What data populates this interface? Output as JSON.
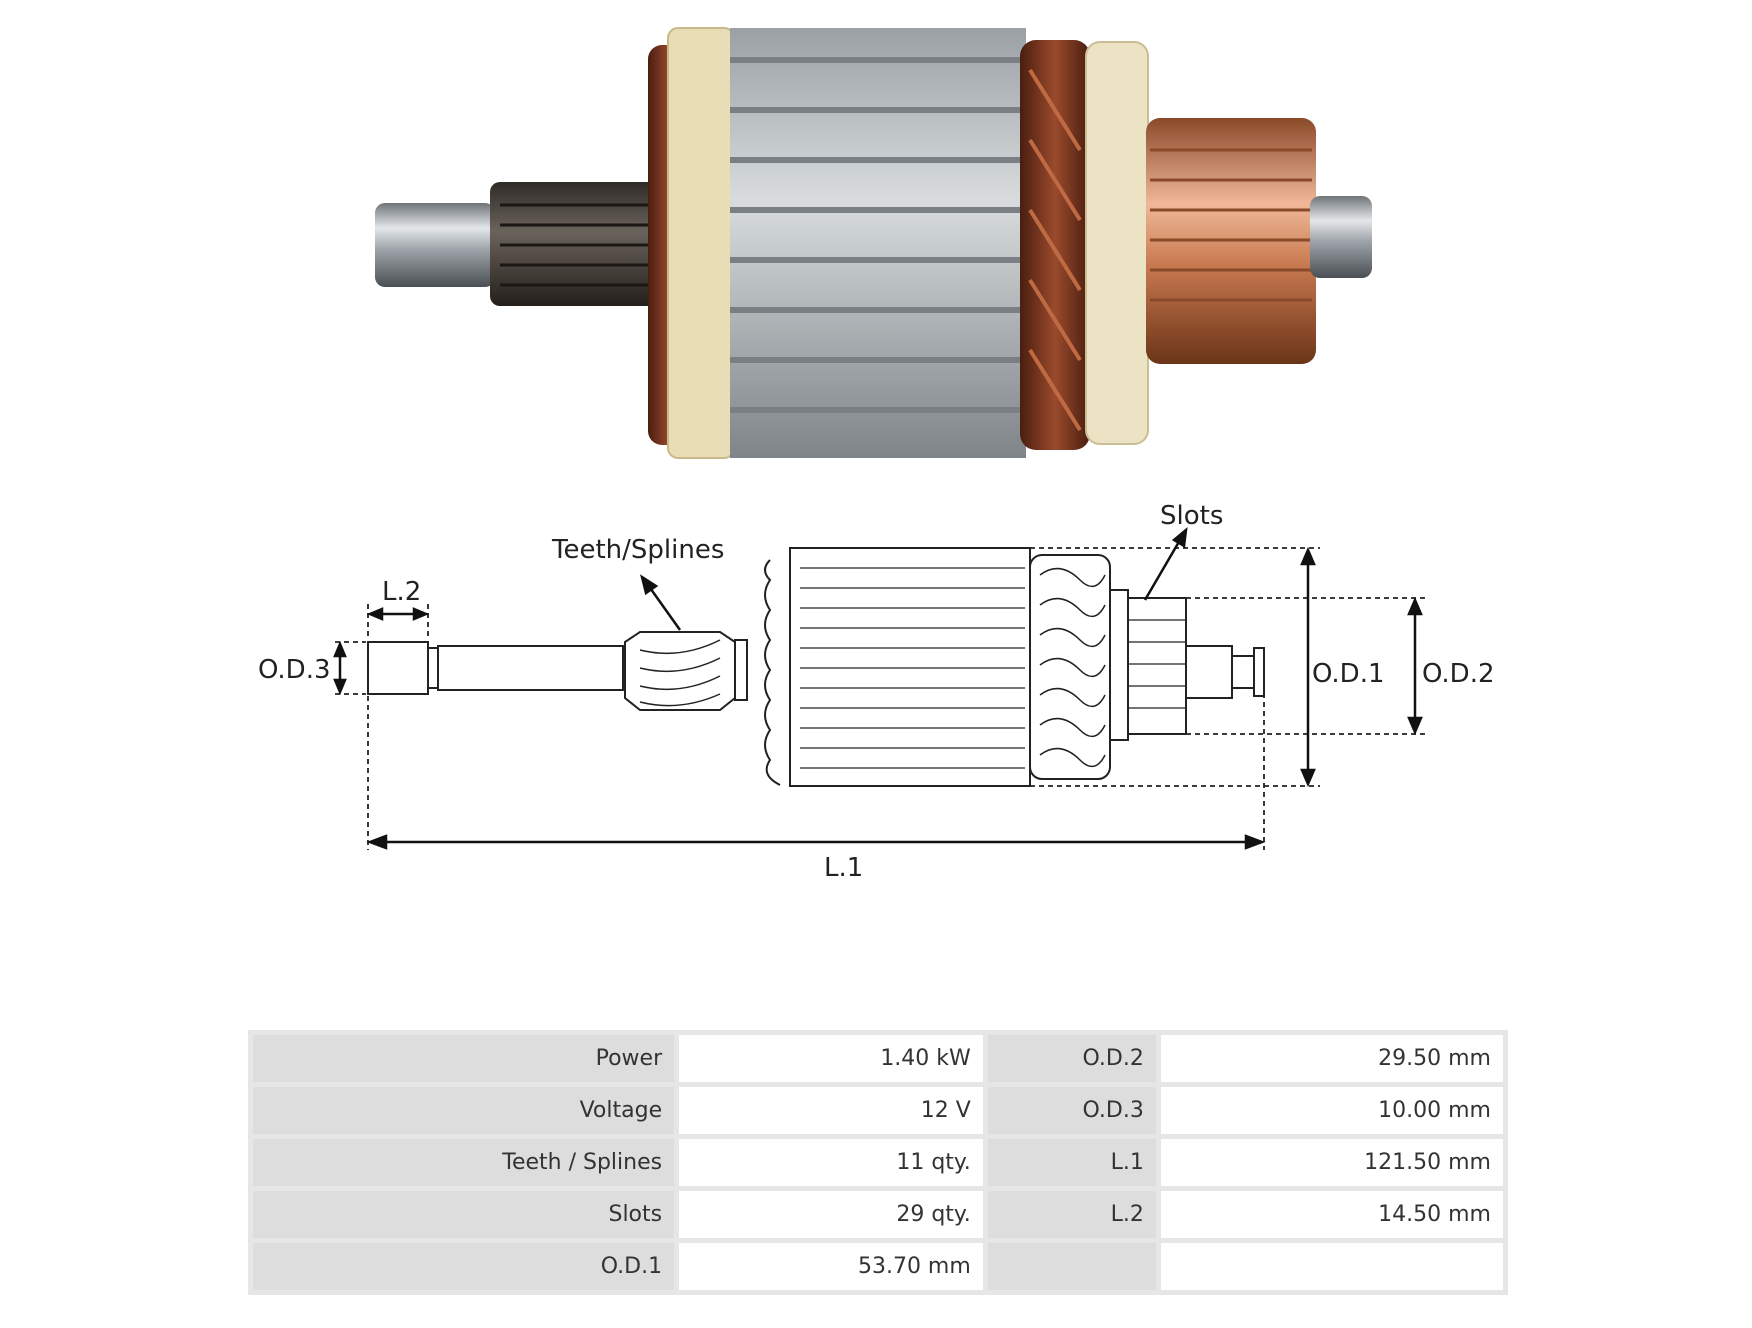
{
  "diagram": {
    "labels": {
      "teeth_splines": "Teeth/Splines",
      "slots": "Slots",
      "l2": "L.2",
      "od3": "O.D.3",
      "od1": "O.D.1",
      "od2": "O.D.2",
      "l1": "L.1"
    }
  },
  "specs": {
    "rows": [
      {
        "k1": "Power",
        "v1": "1.40 kW",
        "k2": "O.D.2",
        "v2": "29.50 mm"
      },
      {
        "k1": "Voltage",
        "v1": "12 V",
        "k2": "O.D.3",
        "v2": "10.00 mm"
      },
      {
        "k1": "Teeth / Splines",
        "v1": "11 qty.",
        "k2": "L.1",
        "v2": "121.50 mm"
      },
      {
        "k1": "Slots",
        "v1": "29 qty.",
        "k2": "L.2",
        "v2": "14.50 mm"
      },
      {
        "k1": "O.D.1",
        "v1": "53.70 mm",
        "k2": "",
        "v2": ""
      }
    ]
  }
}
